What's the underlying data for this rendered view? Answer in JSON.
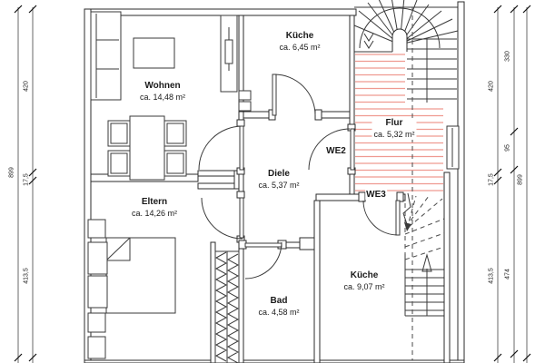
{
  "plan": {
    "title": "apartment-floor-plan",
    "rooms": [
      {
        "id": "wohnen",
        "name": "Wohnen",
        "area": "ca. 14,48 m²"
      },
      {
        "id": "kueche-top",
        "name": "Küche",
        "area": "ca. 6,45 m²"
      },
      {
        "id": "flur",
        "name": "Flur",
        "area": "ca. 5,32 m²"
      },
      {
        "id": "diele",
        "name": "Diele",
        "area": "ca. 5,37 m²"
      },
      {
        "id": "eltern",
        "name": "Eltern",
        "area": "ca. 14,26 m²"
      },
      {
        "id": "bad",
        "name": "Bad",
        "area": "ca. 4,58 m²"
      },
      {
        "id": "kueche-we3",
        "name": "Küche",
        "area": "ca. 9,07 m²"
      }
    ],
    "unit_labels": [
      {
        "id": "we2",
        "label": "WE2"
      },
      {
        "id": "we3",
        "label": "WE3"
      }
    ],
    "dimensions": {
      "left_total": "899",
      "left_segments": [
        "420",
        "17,5",
        "413,5"
      ],
      "right_inner_segments": [
        "420",
        "17,5",
        "413,5"
      ],
      "right_middle_segments": [
        "330",
        "95",
        "474"
      ],
      "right_total": "899"
    },
    "colors": {
      "floor_heating_hatch": "#ef9a91",
      "wall_line": "#2b2b2b"
    }
  }
}
